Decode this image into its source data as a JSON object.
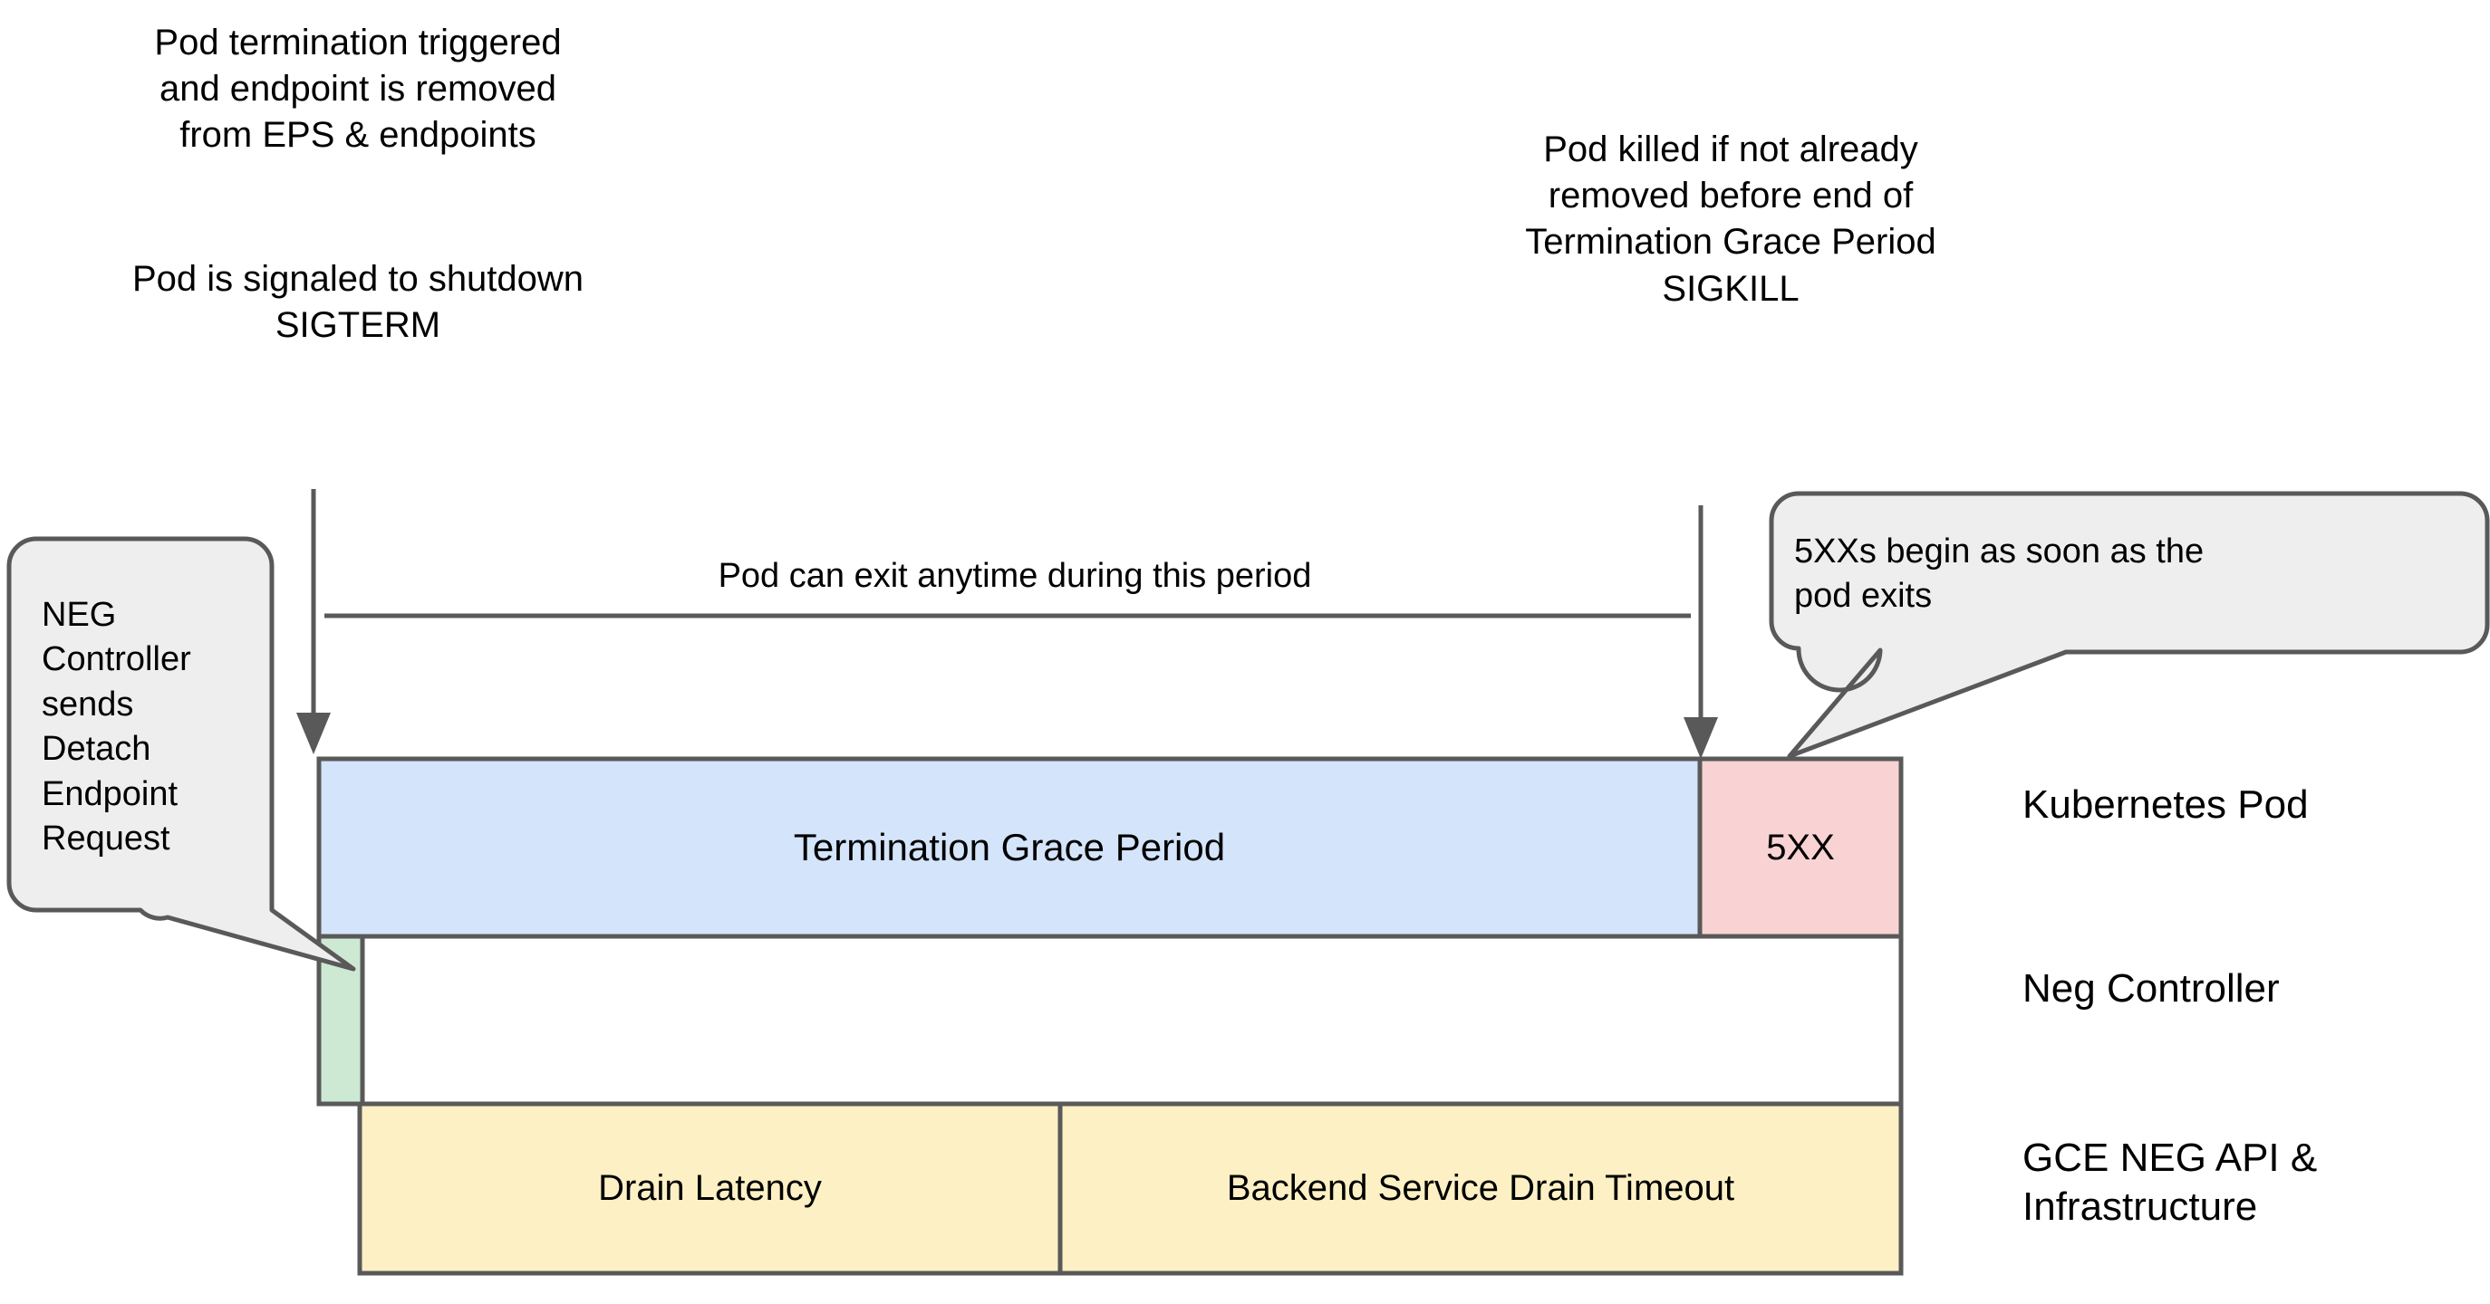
{
  "diagram": {
    "title": "Kubernetes Pod termination and NEG drain timeline",
    "background": "#ffffff",
    "stroke": "#595959"
  },
  "annotations": {
    "termination_triggered": "Pod termination triggered\nand endpoint is removed\nfrom EPS & endpoints",
    "sigterm": "Pod is signaled to shutdown\nSIGTERM",
    "sigkill": "Pod killed if not already\nremoved before end of\nTermination Grace Period\nSIGKILL",
    "period_label": "Pod can exit anytime during this period"
  },
  "callouts": [
    {
      "id": "neg-controller-callout",
      "text": "NEG\nController\nsends\nDetach\nEndpoint\nRequest",
      "fill": "#eeeeee",
      "stroke": "#595959",
      "points_to": "neg-controller-green-block"
    },
    {
      "id": "5xx-callout",
      "text": "5XXs begin as soon as the\npod exits",
      "fill": "#eeeeee",
      "stroke": "#595959",
      "points_to": "5xx-block"
    }
  ],
  "lanes": [
    {
      "id": "kubernetes-pod",
      "label": "Kubernetes Pod"
    },
    {
      "id": "neg-controller",
      "label": "Neg Controller"
    },
    {
      "id": "gce-neg-api",
      "label": "GCE NEG API &\nInfrastructure"
    }
  ],
  "bars": [
    {
      "id": "termination-grace-period",
      "lane": "kubernetes-pod",
      "label": "Termination Grace Period",
      "fill": "#d4e4fa",
      "stroke": "#595959"
    },
    {
      "id": "5xx",
      "lane": "kubernetes-pod",
      "label": "5XX",
      "fill": "#f9d3d3",
      "stroke": "#595959"
    },
    {
      "id": "neg-detach",
      "lane": "neg-controller",
      "label": "",
      "fill": "#cde9d3",
      "stroke": "#595959"
    },
    {
      "id": "neg-controller-row",
      "lane": "neg-controller",
      "label": "",
      "fill": "#ffffff",
      "stroke": "#595959"
    },
    {
      "id": "drain-latency",
      "lane": "gce-neg-api",
      "label": "Drain Latency",
      "fill": "#fcf0c4",
      "stroke": "#595959"
    },
    {
      "id": "backend-service-drain-timeout",
      "lane": "gce-neg-api",
      "label": "Backend Service Drain Timeout",
      "fill": "#fcf0c4",
      "stroke": "#595959"
    }
  ],
  "arrows": [
    {
      "id": "sigterm-arrow",
      "direction": "down",
      "from": "termination-note",
      "to": "termination-grace-period-start"
    },
    {
      "id": "sigkill-arrow",
      "direction": "down",
      "from": "sigkill-note",
      "to": "grace-period-end"
    }
  ]
}
